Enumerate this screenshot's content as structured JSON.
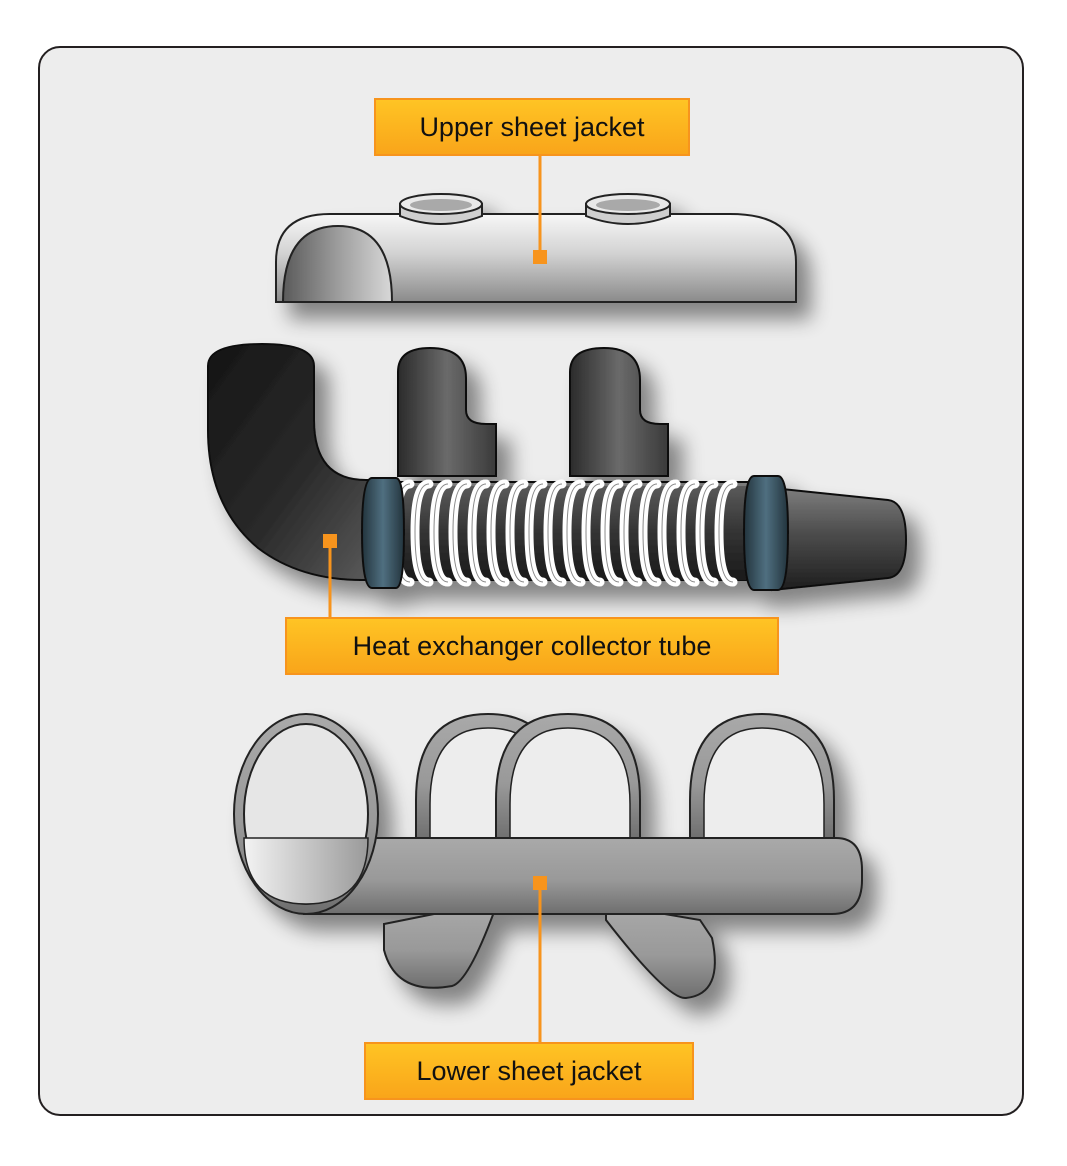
{
  "labels": {
    "upper": "Upper sheet jacket",
    "collector": "Heat exchanger collector tube",
    "lower": "Lower sheet jacket"
  },
  "colors": {
    "callout_fill": "#fbb324",
    "callout_border": "#f7941d",
    "leader": "#f7941d",
    "panel_background": "#ededed",
    "panel_border": "#231f20",
    "jacket_metal": "#9a9a9a",
    "collector_tube": "#4a4a4a",
    "bellows_coil": "#ffffff",
    "clamp_ring": "#3f5b6a"
  }
}
